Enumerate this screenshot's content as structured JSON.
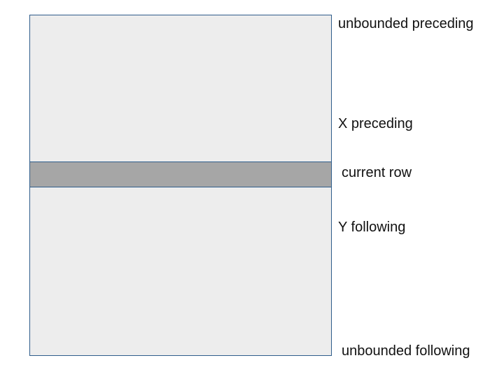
{
  "frame": {
    "labels": {
      "unbounded_preceding": "unbounded preceding",
      "x_preceding": "X preceding",
      "current_row": "current row",
      "y_following": "Y following",
      "unbounded_following": "unbounded following"
    },
    "colors": {
      "block_fill": "#ededed",
      "current_row_fill": "#a6a6a6",
      "border": "#2e5c8a",
      "text": "#111111"
    }
  }
}
